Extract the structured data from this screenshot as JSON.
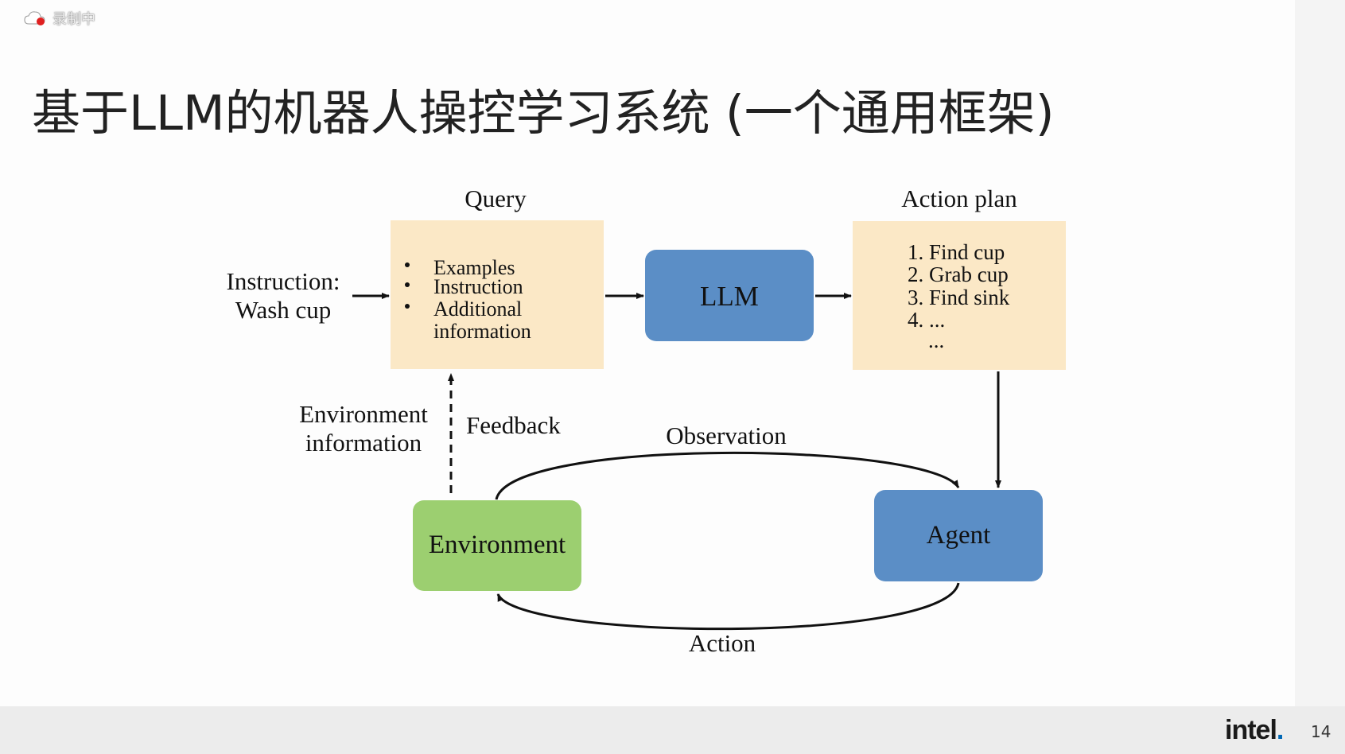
{
  "recording": {
    "label": "录制中",
    "icon": "cloud-record-icon",
    "dot_color": "#e02020"
  },
  "slide": {
    "title": "基于LLM的机器人操控学习系统 (一个通用框架)",
    "page_number": "14",
    "logo_text": "intel",
    "logo_dot": "."
  },
  "diagram": {
    "query_header": "Query",
    "action_plan_header": "Action plan",
    "instruction_line1": "Instruction:",
    "instruction_line2": "Wash cup",
    "query_items": [
      "Examples",
      "Instruction",
      "Additional",
      "information"
    ],
    "llm_label": "LLM",
    "plan_items": [
      "1. Find cup",
      "2. Grab cup",
      "3. Find sink",
      "4. ...",
      "..."
    ],
    "env_info_line1": "Environment",
    "env_info_line2": "information",
    "feedback_label": "Feedback",
    "observation_label": "Observation",
    "environment_label": "Environment",
    "agent_label": "Agent",
    "action_label": "Action",
    "colors": {
      "note_fill": "#fbe8c6",
      "llm_fill": "#5b8ec6",
      "agent_fill": "#5b8ec6",
      "environment_fill": "#9ccf70",
      "arrow": "#111111"
    }
  }
}
